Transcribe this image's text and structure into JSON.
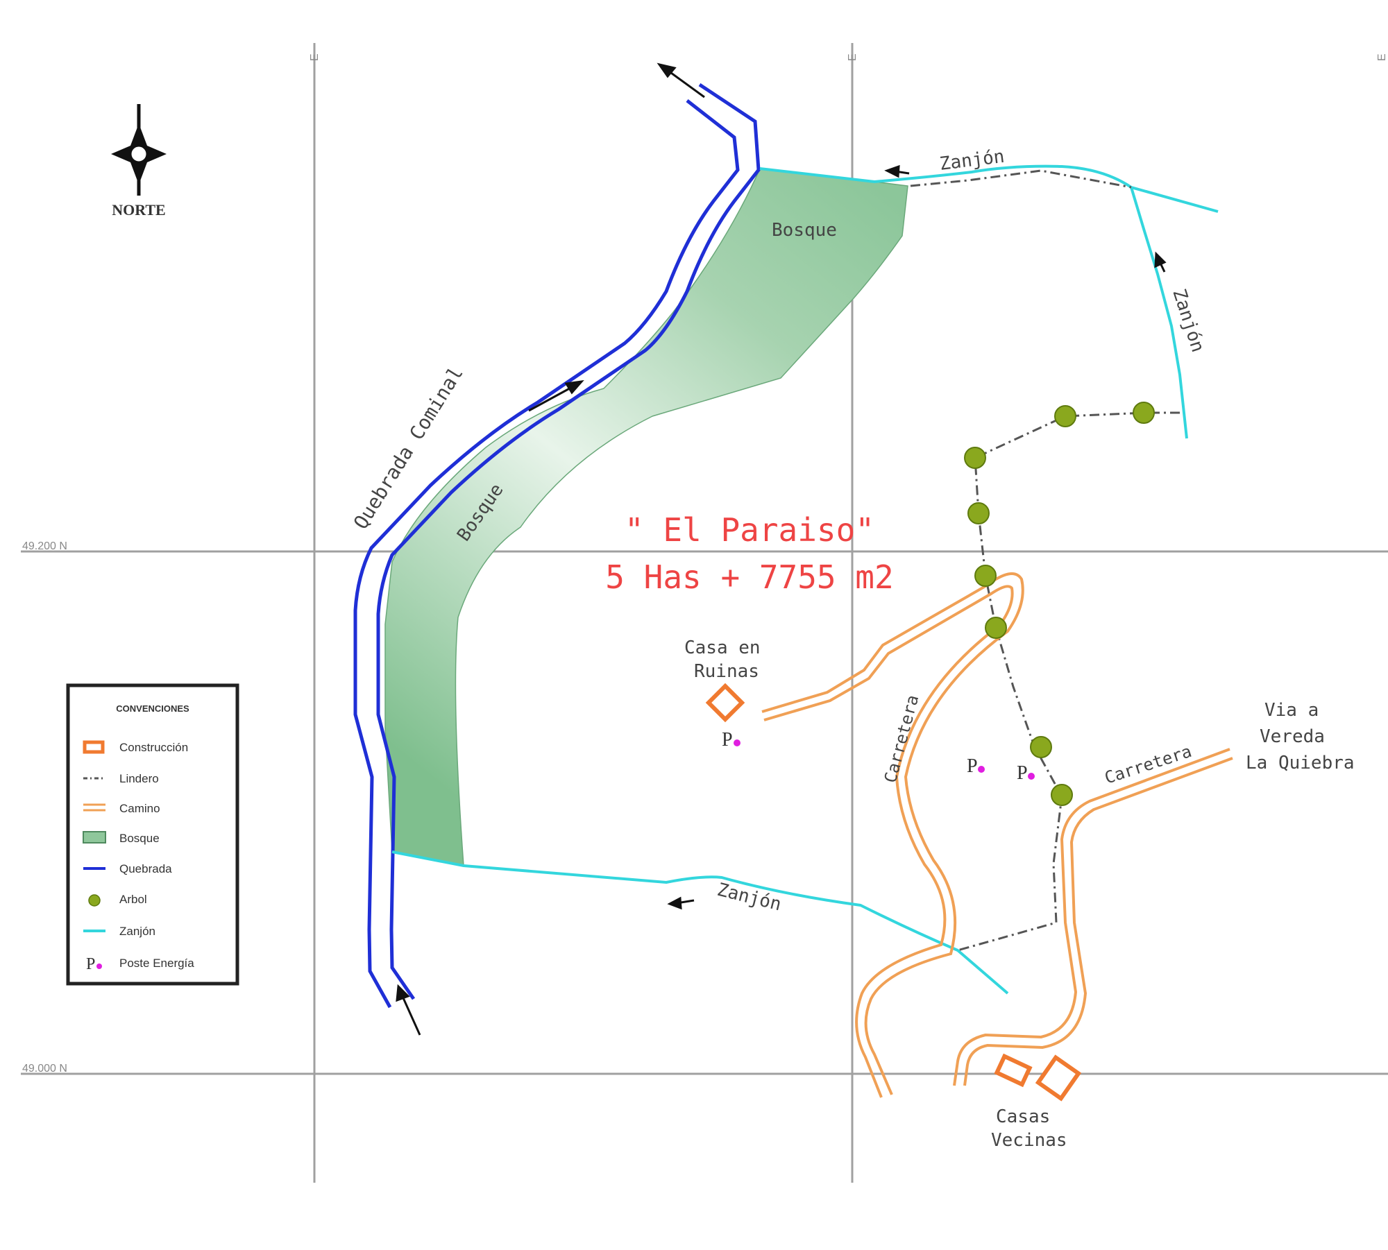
{
  "title": {
    "name": "\" El Paraiso\"",
    "area": "5 Has + 7755 m2"
  },
  "north": {
    "label": "NORTE"
  },
  "grid": {
    "label_top": "49.200 N",
    "label_bottom": "49.000 N",
    "tick_left": "E",
    "tick_mid": "E",
    "tick_right": "E"
  },
  "labels": {
    "forest_top": "Bosque",
    "forest_mid": "Bosque",
    "stream": "Quebrada Cominal",
    "ditch_top": "Zanjón",
    "ditch_right": "Zanjón",
    "ditch_bottom": "Zanjón",
    "ruin_line1": "Casa en",
    "ruin_line2": "Ruinas",
    "road_left": "Carretera",
    "road_right": "Carretera",
    "via_line1": "Via a",
    "via_line2": "Vereda",
    "via_line3": "La Quiebra",
    "houses_line1": "Casas",
    "houses_line2": "Vecinas",
    "pole_symbol": "P"
  },
  "legend": {
    "title": "CONVENCIONES",
    "items": [
      {
        "key": "construccion",
        "label": "Construcción"
      },
      {
        "key": "lindero",
        "label": "Lindero"
      },
      {
        "key": "camino",
        "label": "Camino"
      },
      {
        "key": "bosque",
        "label": "Bosque"
      },
      {
        "key": "quebrada",
        "label": "Quebrada"
      },
      {
        "key": "arbol",
        "label": "Arbol"
      },
      {
        "key": "zanjon",
        "label": "Zanjón"
      },
      {
        "key": "poste",
        "label": "Poste Energía"
      }
    ]
  },
  "colors": {
    "stream": "#1f2fd6",
    "ditch": "#33d6dd",
    "road": "#f0a055",
    "forest": "#8fc79b",
    "tree": "#8aa81e",
    "title": "#ee4444",
    "grid": "#9a9a9a",
    "pole": "#e01ee0"
  }
}
